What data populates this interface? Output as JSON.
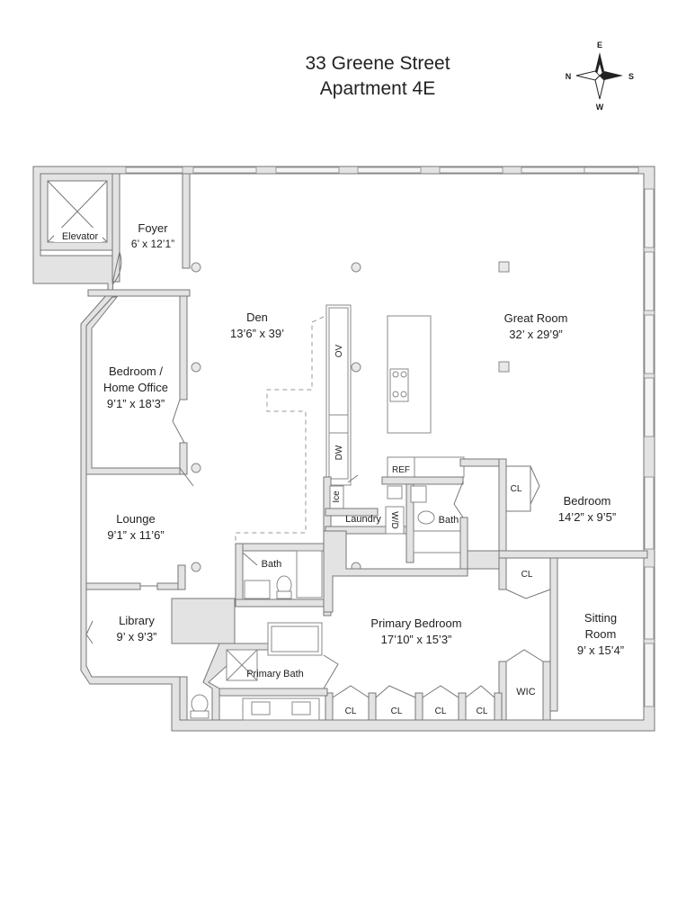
{
  "title": {
    "line1": "33 Greene Street",
    "line2": "Apartment 4E"
  },
  "compass": {
    "top": "E",
    "right": "S",
    "bottom": "W",
    "left": "N"
  },
  "rooms": {
    "elevator": {
      "name": "Elevator"
    },
    "foyer": {
      "name": "Foyer",
      "dims": "6’ x 12’1”"
    },
    "den": {
      "name": "Den",
      "dims": "13’6” x 39’"
    },
    "great_room": {
      "name": "Great Room",
      "dims": "32’ x 29’9”"
    },
    "bedroom_office": {
      "name_line1": "Bedroom /",
      "name_line2": "Home Office",
      "dims": "9’1” x 18’3”"
    },
    "lounge": {
      "name": "Lounge",
      "dims": "9’1” x 11’6”"
    },
    "library": {
      "name": "Library",
      "dims": "9’ x 9’3”"
    },
    "bedroom": {
      "name": "Bedroom",
      "dims": "14’2” x 9’5”"
    },
    "primary_bedroom": {
      "name": "Primary Bedroom",
      "dims": "17’10” x 15’3”"
    },
    "sitting_room": {
      "name_line1": "Sitting",
      "name_line2": "Room",
      "dims": "9’ x 15’4”"
    },
    "primary_bath": {
      "name": "Primary Bath"
    },
    "bath_hall": {
      "name": "Bath"
    },
    "bath_right": {
      "name": "Bath"
    },
    "laundry": {
      "name": "Laundry"
    }
  },
  "fixtures": {
    "oven": "OV",
    "dishwasher": "DW",
    "ice": "Ice",
    "refrigerator": "REF",
    "washer_dryer": "W/D",
    "closet": "CL",
    "walk_in_closet": "WIC"
  }
}
